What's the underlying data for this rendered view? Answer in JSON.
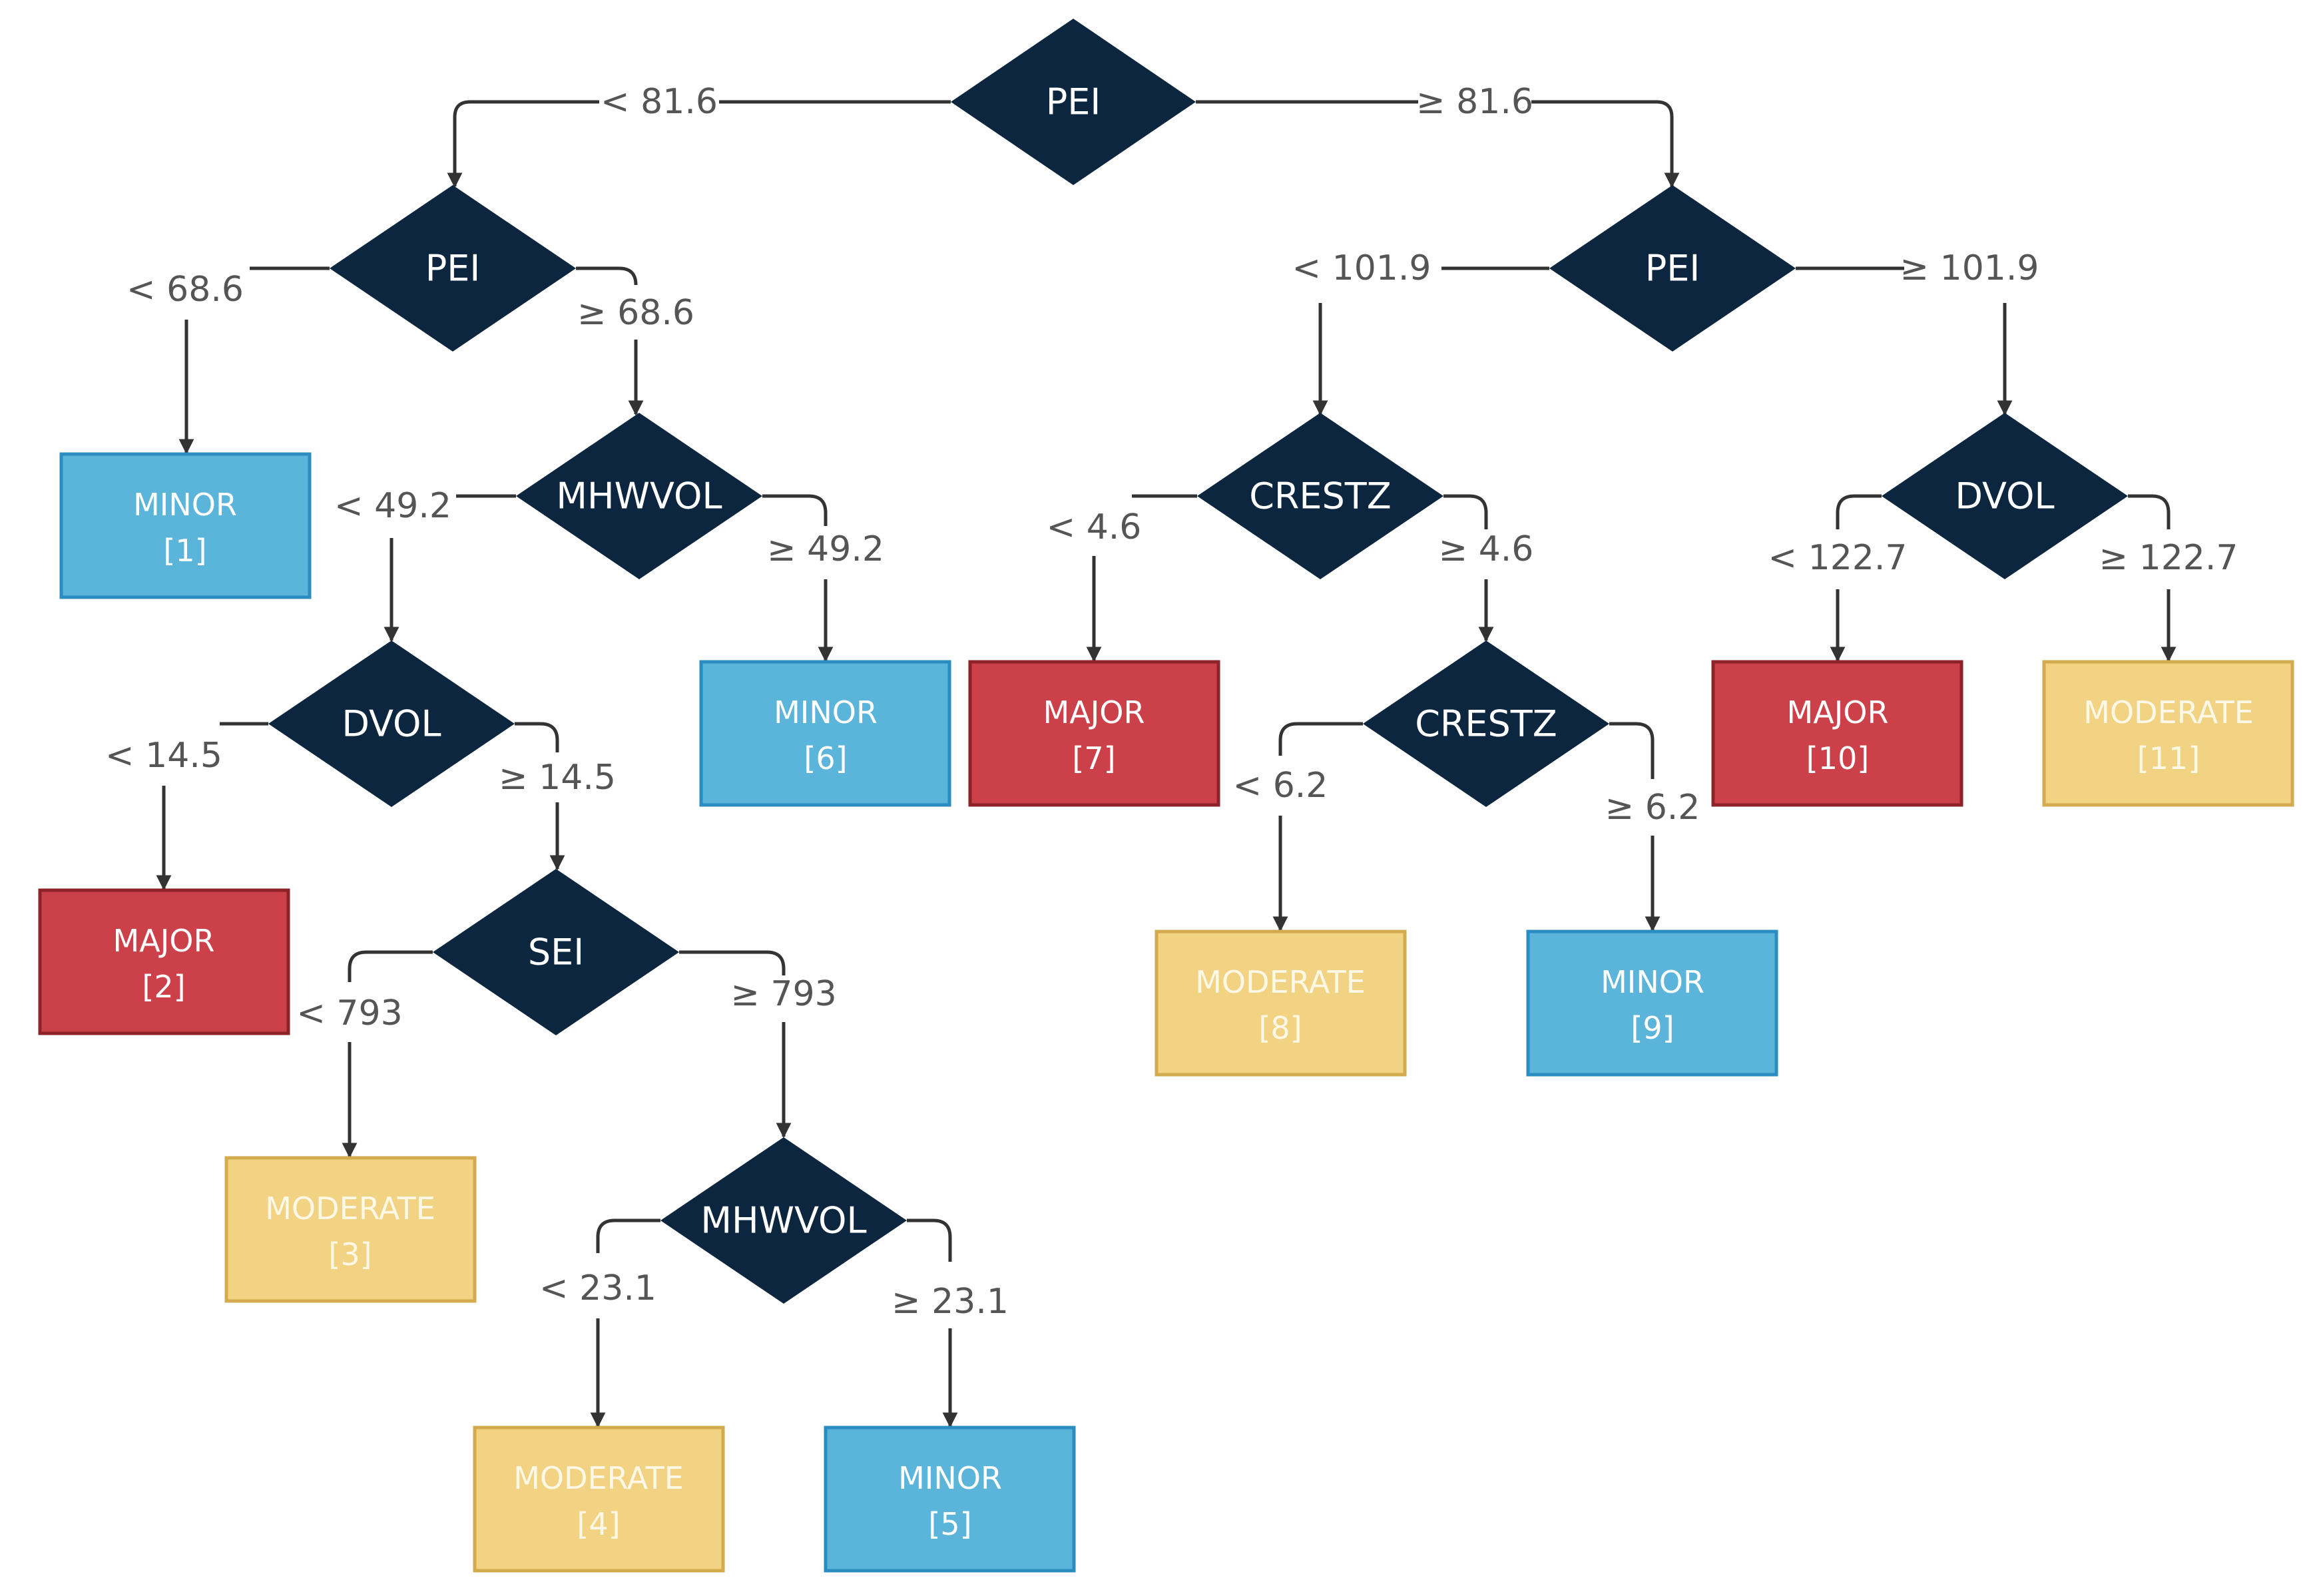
{
  "colors": {
    "decision": "#0d2640",
    "minor": "#5bb4d9",
    "minor_border": "#2a8cc0",
    "major": "#cc4049",
    "major_border": "#8e2229",
    "moderate": "#f2d383",
    "moderate_border": "#d3aa4e",
    "edge": "#333333",
    "label": "#555555"
  },
  "decisions": {
    "root": "PEI",
    "pei_left": "PEI",
    "pei_right": "PEI",
    "mhwvol_upper": "MHWVOL",
    "crestz_upper": "CRESTZ",
    "dvol_right": "DVOL",
    "dvol_left": "DVOL",
    "crestz_lower": "CRESTZ",
    "sei": "SEI",
    "mhwvol_lower": "MHWVOL"
  },
  "edge_labels": {
    "root_lt": "< 81.6",
    "root_ge": "≥ 81.6",
    "pei_left_lt": "< 68.6",
    "pei_left_ge": "≥ 68.6",
    "pei_right_lt": "< 101.9",
    "pei_right_ge": "≥ 101.9",
    "mhwvol_upper_lt": "< 49.2",
    "mhwvol_upper_ge": "≥ 49.2",
    "crestz_upper_lt": "< 4.6",
    "crestz_upper_ge": "≥ 4.6",
    "dvol_right_lt": "< 122.7",
    "dvol_right_ge": "≥ 122.7",
    "dvol_left_lt": "< 14.5",
    "dvol_left_ge": "≥ 14.5",
    "crestz_lower_lt": "< 6.2",
    "crestz_lower_ge": "≥ 6.2",
    "sei_lt": "< 793",
    "sei_ge": "≥ 793",
    "mhwvol_lower_lt": "< 23.1",
    "mhwvol_lower_ge": "≥ 23.1"
  },
  "leaves": {
    "n1": {
      "label": "MINOR",
      "index": "[1]",
      "class": "minor"
    },
    "n2": {
      "label": "MAJOR",
      "index": "[2]",
      "class": "major"
    },
    "n3": {
      "label": "MODERATE",
      "index": "[3]",
      "class": "moderate"
    },
    "n4": {
      "label": "MODERATE",
      "index": "[4]",
      "class": "moderate"
    },
    "n5": {
      "label": "MINOR",
      "index": "[5]",
      "class": "minor"
    },
    "n6": {
      "label": "MINOR",
      "index": "[6]",
      "class": "minor"
    },
    "n7": {
      "label": "MAJOR",
      "index": "[7]",
      "class": "major"
    },
    "n8": {
      "label": "MODERATE",
      "index": "[8]",
      "class": "moderate"
    },
    "n9": {
      "label": "MINOR",
      "index": "[9]",
      "class": "minor"
    },
    "n10": {
      "label": "MAJOR",
      "index": "[10]",
      "class": "major"
    },
    "n11": {
      "label": "MODERATE",
      "index": "[11]",
      "class": "moderate"
    }
  }
}
